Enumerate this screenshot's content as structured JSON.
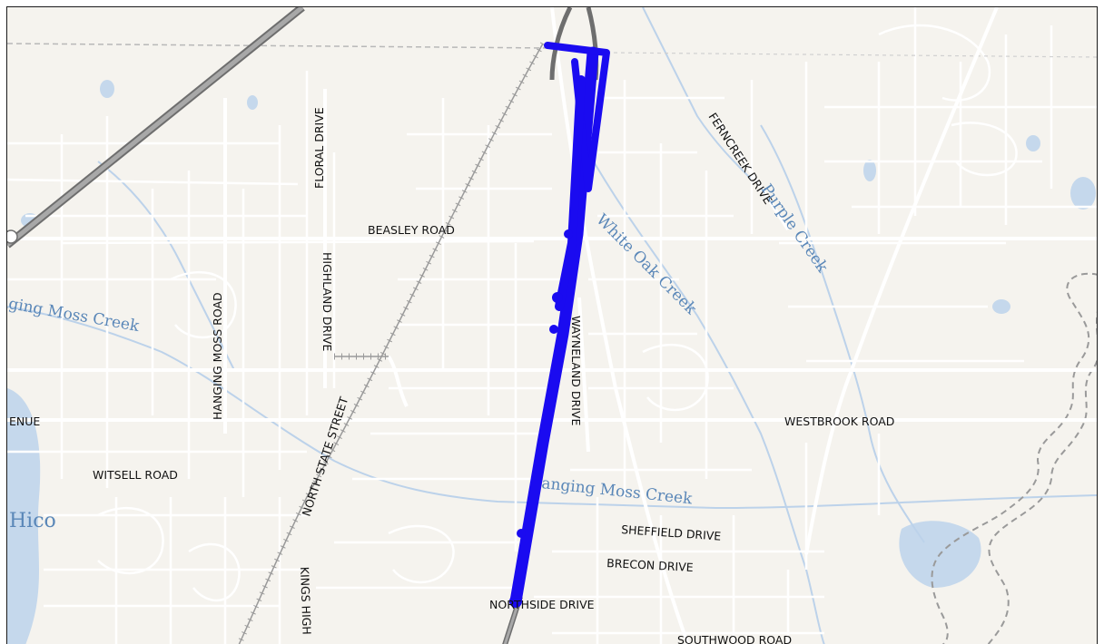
{
  "map": {
    "colors": {
      "land": "#f5f3ee",
      "street": "#ffffff",
      "water": "#a8c6e6",
      "water_label": "#5a87b8",
      "route": "#1a0bf0",
      "highway": "#8a8a8a",
      "railway": "#9a9a9a",
      "border": "#1a1a1a"
    },
    "route": {
      "color": "#1a0bf0"
    },
    "road_labels": [
      {
        "text": "BEASLEY ROAD"
      },
      {
        "text": "FLORAL DRIVE"
      },
      {
        "text": "HIGHLAND DRIVE"
      },
      {
        "text": "HANGING MOSS ROAD"
      },
      {
        "text": "NORTH STATE STREET"
      },
      {
        "text": "WAYNELAND DRIVE"
      },
      {
        "text": "FERNCREEK DRIVE"
      },
      {
        "text": "WESTBROOK ROAD"
      },
      {
        "text": "WITSELL ROAD"
      },
      {
        "text": "ENUE"
      },
      {
        "text": "SHEFFIELD DRIVE"
      },
      {
        "text": "BRECON DRIVE"
      },
      {
        "text": "NORTHSIDE DRIVE"
      },
      {
        "text": "SOUTHWOOD ROAD"
      },
      {
        "text": "KINGS HIGH"
      }
    ],
    "water_labels": [
      {
        "text": "White Oak Creek"
      },
      {
        "text": "Purple Creek"
      },
      {
        "text": "nging Moss Creek"
      },
      {
        "text": "anging Moss Creek"
      }
    ],
    "place_labels": [
      {
        "text": "Hico"
      }
    ]
  }
}
